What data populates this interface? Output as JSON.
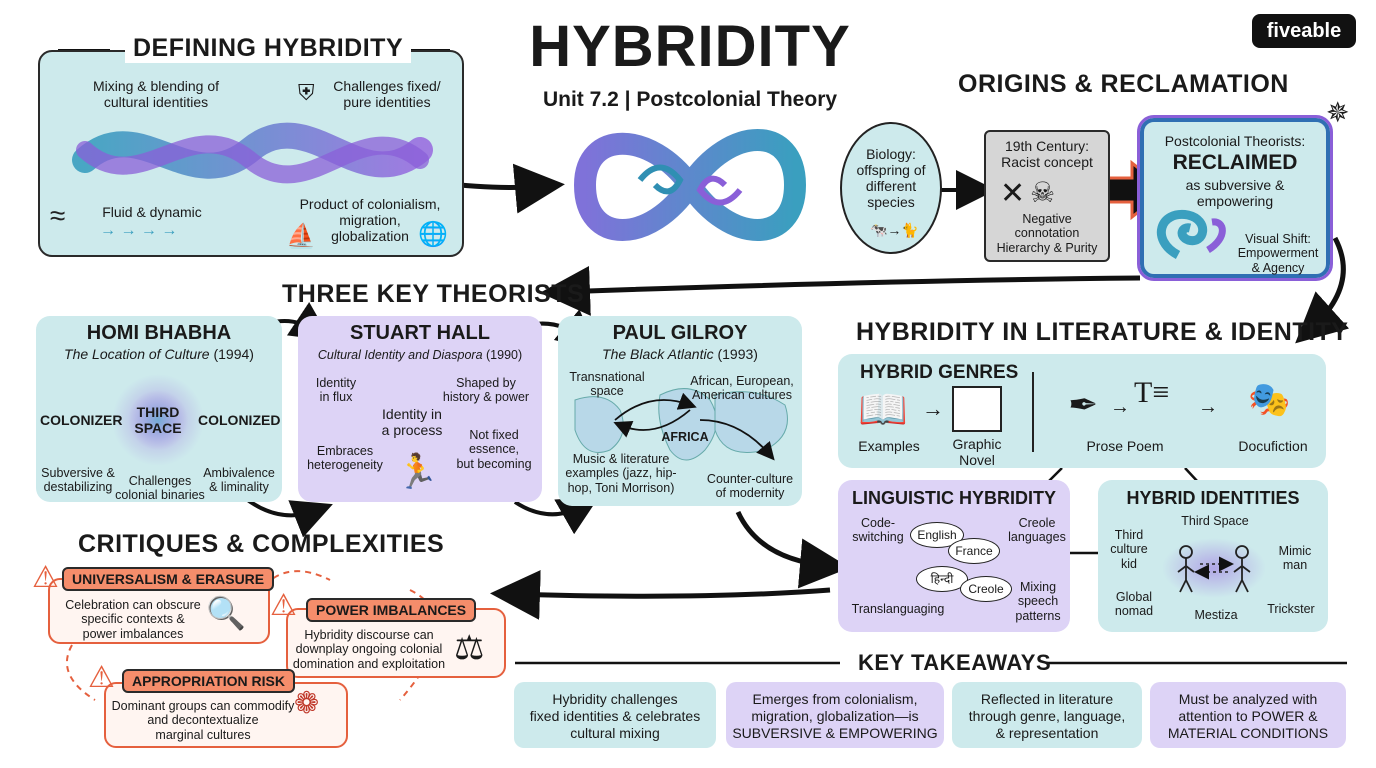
{
  "brand": "fiveable",
  "title": "HYBRIDITY",
  "subtitle": "Unit 7.2 | Postcolonial Theory",
  "defining": {
    "heading": "DEFINING HYBRIDITY",
    "mixing": "Mixing & blending of\ncultural identities",
    "challenges": "Challenges fixed/\npure identities",
    "fluid": "Fluid & dynamic",
    "product": "Product of colonialism,\nmigration,\nglobalization"
  },
  "origins": {
    "heading": "ORIGINS & RECLAMATION",
    "biology": "Biology:\noffspring of\ndifferent\nspecies",
    "century": "19th Century:\nRacist concept",
    "negative": "Negative\nconnotation\nHierarchy & Purity",
    "pc_label": "Postcolonial Theorists:",
    "reclaimed": "RECLAIMED",
    "subversive": "as subversive &\nempowering",
    "shift": "Visual Shift:\nEmpowerment\n& Agency"
  },
  "theorists": {
    "heading": "THREE KEY THEORISTS",
    "bhabha": {
      "name": "HOMI BHABHA",
      "work": "The Location of Culture",
      "year": " (1994)",
      "colonizer": "COLONIZER",
      "third": "THIRD\nSPACE",
      "colonized": "COLONIZED",
      "subversive": "Subversive &\ndestabilizing",
      "challenges": "Challenges\ncolonial binaries",
      "ambivalence": "Ambivalence\n& liminality"
    },
    "hall": {
      "name": "STUART HALL",
      "work": "Cultural Identity and Diaspora",
      "year": " (1990)",
      "flux": "Identity\nin flux",
      "shaped": "Shaped by\nhistory & power",
      "process": "Identity in\na process",
      "embraces": "Embraces\nheterogeneity",
      "notfixed": "Not fixed\nessence,\nbut becoming"
    },
    "gilroy": {
      "name": "PAUL GILROY",
      "work": "The Black Atlantic",
      "year": " (1993)",
      "transnational": "Transnational\nspace",
      "cultures": "African, European,\nAmerican cultures",
      "africa": "AFRICA",
      "music": "Music & literature\nexamples (jazz, hip-\nhop, Toni Morrison)",
      "counter": "Counter-culture\nof modernity"
    }
  },
  "literature": {
    "heading": "HYBRIDITY IN LITERATURE & IDENTITY",
    "genres": {
      "heading": "HYBRID GENRES",
      "examples": "Examples",
      "graphic": "Graphic\nNovel",
      "prose": "Prose Poem",
      "docu": "Docufiction"
    },
    "linguistic": {
      "heading": "LINGUISTIC HYBRIDITY",
      "code": "Code-\nswitching",
      "english": "English",
      "creole_lang": "Creole\nlanguages",
      "france": "France",
      "hindi": "हिन्दी",
      "creole": "Creole",
      "trans": "Translanguaging",
      "mixing": "Mixing\nspeech\npatterns"
    },
    "identities": {
      "heading": "HYBRID IDENTITIES",
      "third_space": "Third Space",
      "tck": "Third\nculture\nkid",
      "mimic": "Mimic\nman",
      "global": "Global\nnomad",
      "mestiza": "Mestiza",
      "trickster": "Trickster"
    }
  },
  "critiques": {
    "heading": "CRITIQUES & COMPLEXITIES",
    "universalism": {
      "title": "UNIVERSALISM & ERASURE",
      "text": "Celebration can obscure\nspecific contexts &\npower imbalances"
    },
    "power": {
      "title": "POWER IMBALANCES",
      "text": "Hybridity discourse can\ndownplay ongoing colonial\ndomination and exploitation"
    },
    "appropriation": {
      "title": "APPROPRIATION RISK",
      "text": "Dominant groups can commodify\nand decontextualize\nmarginal cultures"
    }
  },
  "takeaways": {
    "heading": "KEY TAKEAWAYS",
    "items": [
      "Hybridity challenges\nfixed identities & celebrates\ncultural mixing",
      "Emerges from colonialism,\nmigration, globalization—is\nSUBVERSIVE & EMPOWERING",
      "Reflected in literature\nthrough genre, language,\n& representation",
      "Must be analyzed with\nattention to POWER &\nMATERIAL CONDITIONS"
    ]
  },
  "colors": {
    "teal": "#cdeaec",
    "lavender": "#ddd3f6",
    "coral": "#f58d6b",
    "ribbon_teal": "#3a9fbf",
    "ribbon_purple": "#9a6fe0"
  },
  "icons": [
    "wave-icon",
    "shield-icon",
    "ship-icon",
    "globe-icon",
    "skull-icon",
    "x-mark-icon",
    "animals-icon",
    "swirl-icon",
    "walking-person-icon",
    "map-icon",
    "book-icon",
    "comic-icon",
    "quill-icon",
    "text-lines-icon",
    "masks-icon",
    "speech-bubble-icon",
    "people-icon",
    "warning-icon",
    "magnifier-icon",
    "scales-icon",
    "hand-icon",
    "starburst-icon"
  ]
}
